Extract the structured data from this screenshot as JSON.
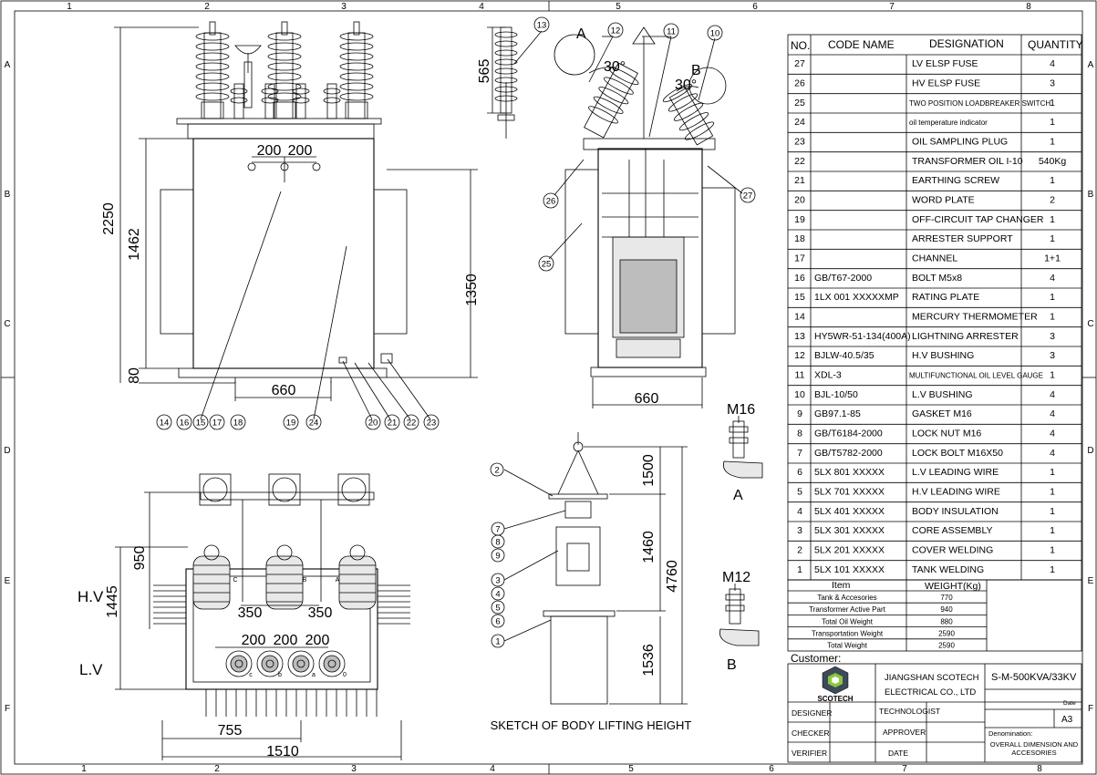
{
  "grid": {
    "columns": [
      "1",
      "2",
      "3",
      "4",
      "5",
      "6",
      "7",
      "8"
    ],
    "rows": [
      "A",
      "B",
      "C",
      "D",
      "E",
      "F"
    ]
  },
  "dimensions": {
    "front_height_total": "2250",
    "front_tank_height": "1462",
    "front_height_1350": "1350",
    "front_base": "80",
    "front_width": "660",
    "front_spacing_1": "200",
    "front_spacing_2": "200",
    "side_arrester": "565",
    "side_angle_a": "30°",
    "side_angle_b": "30°",
    "side_width": "660",
    "plan_950": "950",
    "plan_1445": "1445",
    "plan_350_a": "350",
    "plan_350_b": "350",
    "plan_200_a": "200",
    "plan_200_b": "200",
    "plan_200_c": "200",
    "plan_755": "755",
    "plan_1510": "1510",
    "plan_hv": "H.V",
    "plan_lv": "L.V",
    "lift_1500": "1500",
    "lift_1460": "1460",
    "lift_4760": "4760",
    "lift_1536": "1536",
    "lift_caption": "SKETCH OF BODY LIFTING HEIGHT",
    "detail_a_size": "M16",
    "detail_a_label": "A",
    "detail_b_size": "M12",
    "detail_b_label": "B",
    "view_label_a": "A",
    "view_label_b": "B"
  },
  "callouts": {
    "front": [
      "14",
      "16",
      "15",
      "17",
      "18",
      "19",
      "24",
      "20",
      "21",
      "22",
      "23"
    ],
    "side": [
      "13",
      "12",
      "11",
      "10",
      "26",
      "27",
      "25"
    ],
    "lift": [
      "2",
      "7",
      "8",
      "9",
      "3",
      "4",
      "5",
      "6",
      "1"
    ]
  },
  "phase_marks": [
    "C",
    "B",
    "A",
    "c",
    "b",
    "a",
    "0"
  ],
  "bom": {
    "headers": {
      "no": "NO.",
      "code": "CODE NAME",
      "designation": "DESIGNATION",
      "quantity": "QUANTITY"
    },
    "rows": [
      {
        "no": "27",
        "code": "",
        "designation": "LV ELSP FUSE",
        "qty": "4"
      },
      {
        "no": "26",
        "code": "",
        "designation": "HV ELSP FUSE",
        "qty": "3"
      },
      {
        "no": "25",
        "code": "",
        "designation": "TWO POSITION LOADBREAKER SWITCH",
        "qty": "1"
      },
      {
        "no": "24",
        "code": "",
        "designation": "oil temperature indicator",
        "qty": "1"
      },
      {
        "no": "23",
        "code": "",
        "designation": "OIL SAMPLING PLUG",
        "qty": "1"
      },
      {
        "no": "22",
        "code": "",
        "designation": "TRANSFORMER OIL  I-10",
        "qty": "540Kg"
      },
      {
        "no": "21",
        "code": "",
        "designation": "EARTHING SCREW",
        "qty": "1"
      },
      {
        "no": "20",
        "code": "",
        "designation": "WORD PLATE",
        "qty": "2"
      },
      {
        "no": "19",
        "code": "",
        "designation": "OFF-CIRCUIT TAP CHANGER",
        "qty": "1"
      },
      {
        "no": "18",
        "code": "",
        "designation": "ARRESTER SUPPORT",
        "qty": "1"
      },
      {
        "no": "17",
        "code": "",
        "designation": "CHANNEL",
        "qty": "1+1"
      },
      {
        "no": "16",
        "code": "GB/T67-2000",
        "designation": "BOLT    M5x8",
        "qty": "4"
      },
      {
        "no": "15",
        "code": "1LX 001 XXXXXMP",
        "designation": "RATING PLATE",
        "qty": "1"
      },
      {
        "no": "14",
        "code": "",
        "designation": "MERCURY THERMOMETER",
        "qty": "1"
      },
      {
        "no": "13",
        "code": "HY5WR-51-134(400A)",
        "designation": "LIGHTNING ARRESTER",
        "qty": "3"
      },
      {
        "no": "12",
        "code": "BJLW-40.5/35",
        "designation": "H.V BUSHING",
        "qty": "3"
      },
      {
        "no": "11",
        "code": "XDL-3",
        "designation": "MULTIFUNCTIONAL OIL LEVEL GAUGE",
        "qty": "1"
      },
      {
        "no": "10",
        "code": "BJL-10/50",
        "designation": "L.V BUSHING",
        "qty": "4"
      },
      {
        "no": "9",
        "code": "GB97.1-85",
        "designation": "GASKET          M16",
        "qty": "4"
      },
      {
        "no": "8",
        "code": "GB/T6184-2000",
        "designation": "LOCK NUT   M16",
        "qty": "4"
      },
      {
        "no": "7",
        "code": "GB/T5782-2000",
        "designation": "LOCK BOLT    M16X50",
        "qty": "4"
      },
      {
        "no": "6",
        "code": "5LX 801 XXXXX",
        "designation": "L.V LEADING WIRE",
        "qty": "1"
      },
      {
        "no": "5",
        "code": "5LX 701 XXXXX",
        "designation": "H.V LEADING WIRE",
        "qty": "1"
      },
      {
        "no": "4",
        "code": "5LX 401 XXXXX",
        "designation": "BODY INSULATION",
        "qty": "1"
      },
      {
        "no": "3",
        "code": "5LX 301 XXXXX",
        "designation": "CORE ASSEMBLY",
        "qty": "1"
      },
      {
        "no": "2",
        "code": "5LX 201 XXXXX",
        "designation": "COVER WELDING",
        "qty": "1"
      },
      {
        "no": "1",
        "code": "5LX 101 XXXXX",
        "designation": "TANK WELDING",
        "qty": "1"
      }
    ]
  },
  "weights": {
    "headers": {
      "item": "Item",
      "weight": "WEIGHT(Kg)"
    },
    "rows": [
      {
        "item": "Tank & Accesories",
        "value": "770"
      },
      {
        "item": "Transformer Active Part",
        "value": "940"
      },
      {
        "item": "Total Oil Weight",
        "value": "880"
      },
      {
        "item": "Transportation Weight",
        "value": "2590"
      },
      {
        "item": "Total Weight",
        "value": "2590"
      }
    ]
  },
  "title_block": {
    "customer_label": "Customer:",
    "logo_text": "SCOTECH",
    "company_line1": "JIANGSHAN SCOTECH",
    "company_line2": "ELECTRICAL CO., LTD",
    "model": "S-M-500KVA/33KV",
    "date_label": "Date",
    "sheet_size": "A3",
    "designer": "DESIGNER",
    "technologist": "TECHNOLOGIST",
    "checker": "CHECKER",
    "approver": "APPROVER",
    "verifier": "VERIFIER",
    "date": "DATE",
    "denomination_label": "Denomination:",
    "denomination_line1": "OVERALL DIMENSION AND",
    "denomination_line2": "ACCESORIES"
  }
}
